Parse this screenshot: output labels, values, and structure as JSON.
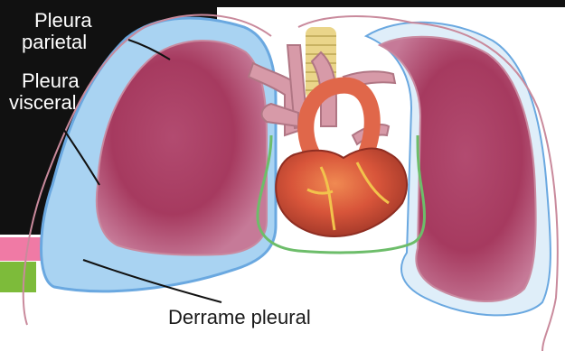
{
  "labels": {
    "parietal_line1": "Pleura",
    "parietal_line2": "parietal",
    "visceral_line1": "Pleura",
    "visceral_line2": "visceral",
    "effusion": "Derrame pleural"
  },
  "colors": {
    "background": "#ffffff",
    "dark_panel": "#111111",
    "green_strip": "#7dbb3a",
    "pink_strip": "#f07aa5",
    "pleura_fluid": "#a9d3f2",
    "pleura_fluid_edge": "#6aa8e0",
    "lung": "#a63a5f",
    "lung_outline": "#c98aa0",
    "heart": "#d8553a",
    "vessels": "#d79aa8",
    "trachea": "#ead58a",
    "pericardium_line": "#6dbd6a"
  },
  "icons": {
    "panel_corner": "dark-corner-panel"
  }
}
